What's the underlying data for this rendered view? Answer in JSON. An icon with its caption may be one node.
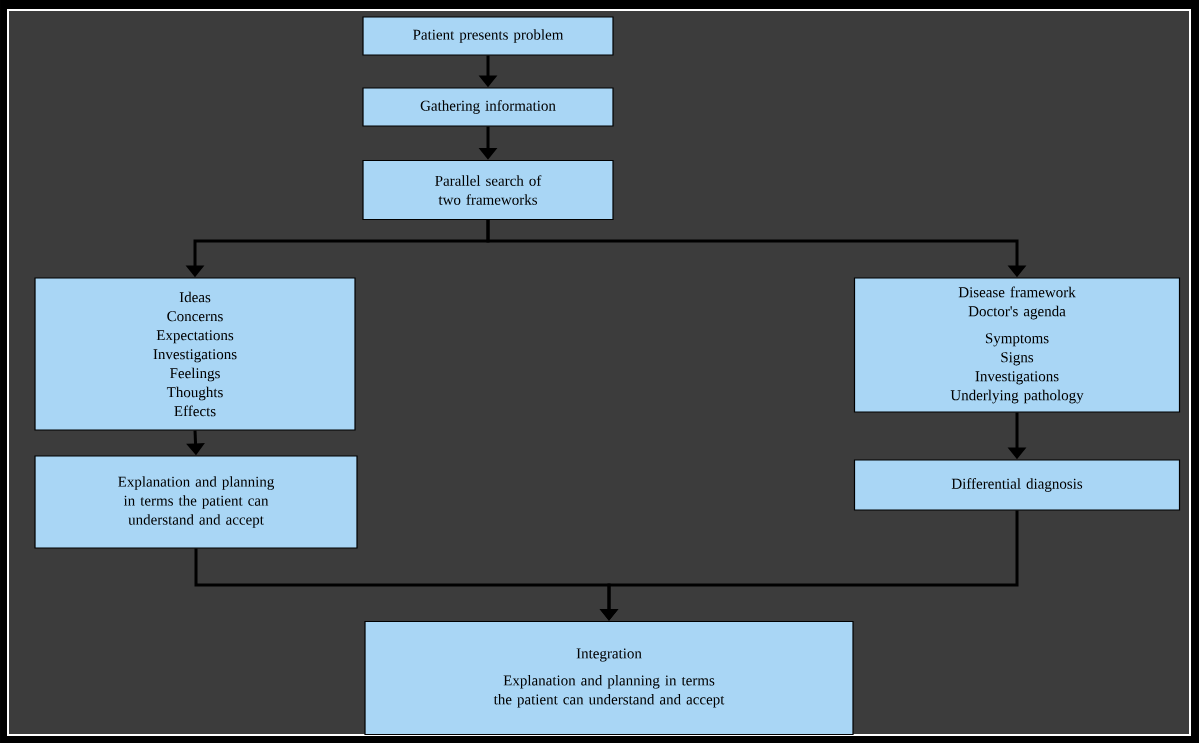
{
  "diagram": {
    "nodes": [
      {
        "text": [
          "Patient presents problem"
        ]
      },
      {
        "text": [
          "Gathering information"
        ]
      },
      {
        "text": [
          "Parallel search of two frameworks"
        ]
      },
      {
        "text": [
          "Ideas",
          "Concerns",
          "Expectations",
          "Investigations",
          "Feelings",
          "Thoughts",
          "Effects"
        ]
      },
      {
        "text": [
          "Disease framework",
          "Doctor's agenda",
          "Symptoms",
          "Signs",
          "Investigations",
          "Underlying pathology"
        ]
      },
      {
        "text": [
          "Explanation and planning in terms the patient can understand and accept"
        ]
      },
      {
        "text": [
          "Differential diagnosis"
        ]
      },
      {
        "text": [
          "Integration",
          "Explanation and planning in terms the patient can understand and accept"
        ]
      }
    ],
    "edges": [
      {
        "from": 0,
        "to": 1,
        "arrow": "to"
      },
      {
        "from": 1,
        "to": 2,
        "arrow": "to"
      },
      {
        "from": 2,
        "to": 3,
        "arrow": "to"
      },
      {
        "from": 2,
        "to": 4,
        "arrow": "to"
      },
      {
        "from": 3,
        "to": 5,
        "arrow": "to"
      },
      {
        "from": 4,
        "to": 6,
        "arrow": "to"
      },
      {
        "from": 5,
        "to": 7,
        "arrow": "to"
      },
      {
        "from": 6,
        "to": 7,
        "arrow": "to"
      }
    ]
  }
}
